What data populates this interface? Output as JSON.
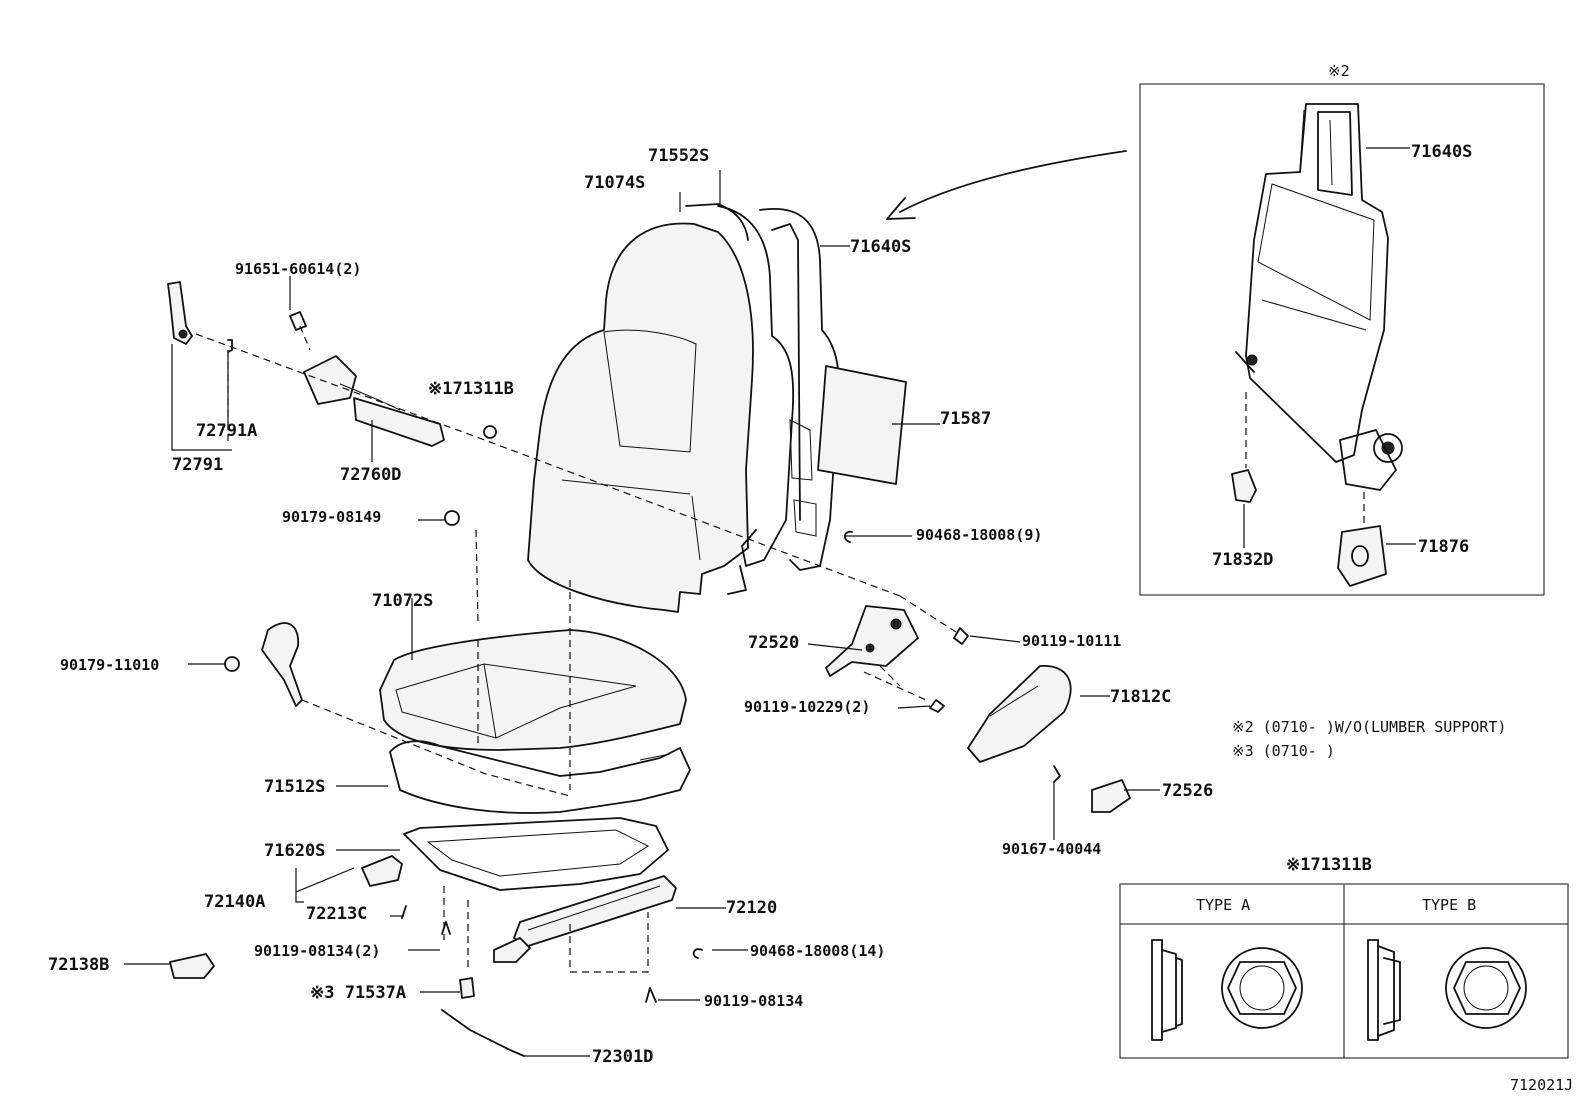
{
  "diagram_code": "712021J",
  "inset": {
    "marker": "※2"
  },
  "callouts": {
    "p71640S_inset": "71640S",
    "p71832D": "71832D",
    "p71876": "71876",
    "p71552S": "71552S",
    "p71074S": "71074S",
    "p71640S": "71640S",
    "p91651": "91651-60614(2)",
    "p171311B": "※171311B",
    "p71587": "71587",
    "p72791A": "72791A",
    "p72791": "72791",
    "p72760D": "72760D",
    "p90179_08149": "90179-08149",
    "p90468_9": "90468-18008(9)",
    "p71072S": "71072S",
    "p90179_11010": "90179-11010",
    "p72520": "72520",
    "p90119_10111": "90119-10111",
    "p90119_10229": "90119-10229(2)",
    "p71812C": "71812C",
    "p71512S": "71512S",
    "p72526": "72526",
    "p90167": "90167-40044",
    "p71620S": "71620S",
    "p72140A": "72140A",
    "p72213C": "72213C",
    "p72120": "72120",
    "p90119_08134_2": "90119-08134(2)",
    "p90468_14": "90468-18008(14)",
    "p72138B": "72138B",
    "p71537A": "※3 71537A",
    "p90119_08134": "90119-08134",
    "p72301D": "72301D"
  },
  "notes": [
    "※2 (0710-     )W/O(LUMBER SUPPORT)",
    "※3 (0710-     )"
  ],
  "type_table": {
    "title": "※171311B",
    "headers": [
      "TYPE A",
      "TYPE B"
    ]
  }
}
